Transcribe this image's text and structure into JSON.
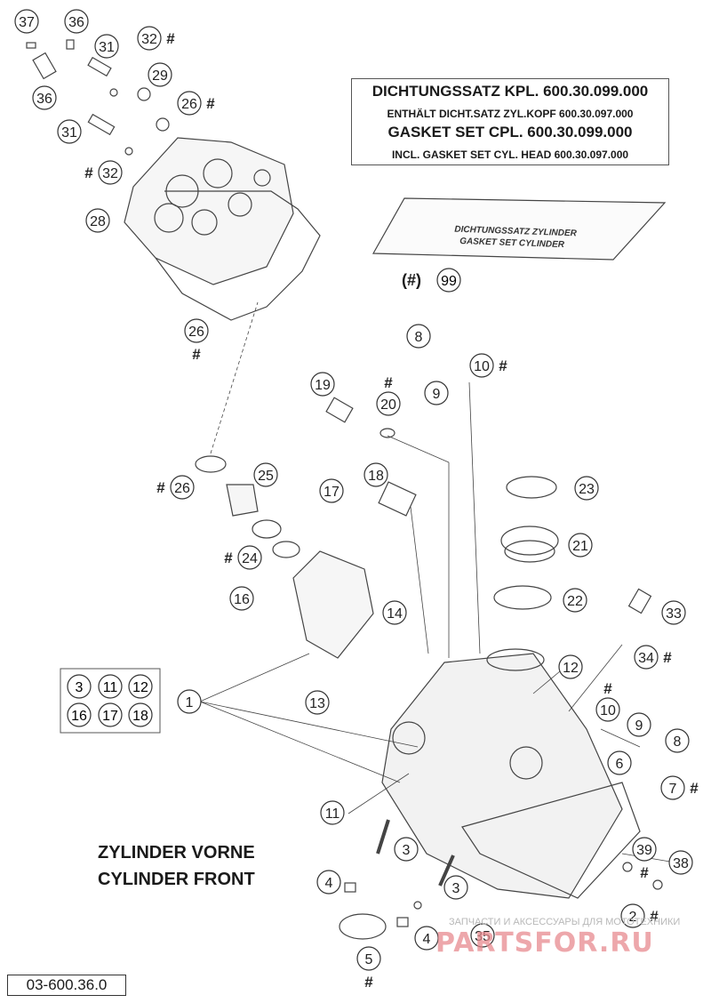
{
  "gasket_box": {
    "line1": "DICHTUNGSSATZ KPL.  600.30.099.000",
    "line2": "ENTHÄLT DICHT.SATZ ZYL.KOPF  600.30.097.000",
    "line3": "GASKET SET CPL.        600.30.099.000",
    "line4": "INCL. GASKET SET CYL. HEAD  600.30.097.000"
  },
  "envelope": {
    "line1": "DICHTUNGSSATZ ZYLINDER",
    "line2": "GASKET SET CYLINDER"
  },
  "kit_marker": "(#)",
  "kit_number": "99",
  "title_de": "ZYLINDER VORNE",
  "title_en": "CYLINDER FRONT",
  "diagram_code": "03-600.36.0",
  "watermark_small": "ЗАПЧАСТИ И АКСЕССУАРЫ ДЛЯ МОТОТЕХНИКИ",
  "watermark_big": "PARTSFOR.RU",
  "kit_callouts": [
    "3",
    "11",
    "12",
    "16",
    "17",
    "18"
  ],
  "callouts": [
    {
      "n": "37"
    },
    {
      "n": "36"
    },
    {
      "n": "31"
    },
    {
      "n": "32",
      "mark": "#"
    },
    {
      "n": "36"
    },
    {
      "n": "29"
    },
    {
      "n": "26",
      "mark": "#"
    },
    {
      "n": "31"
    },
    {
      "n": "32",
      "mark": "#"
    },
    {
      "n": "28"
    },
    {
      "n": "26",
      "mark": "#"
    },
    {
      "n": "8"
    },
    {
      "n": "19"
    },
    {
      "n": "9"
    },
    {
      "n": "10",
      "mark": "#"
    },
    {
      "n": "20",
      "mark": "#"
    },
    {
      "n": "26",
      "mark": "#"
    },
    {
      "n": "25"
    },
    {
      "n": "18"
    },
    {
      "n": "23"
    },
    {
      "n": "17"
    },
    {
      "n": "21"
    },
    {
      "n": "24",
      "mark": "#"
    },
    {
      "n": "16"
    },
    {
      "n": "22"
    },
    {
      "n": "14"
    },
    {
      "n": "33"
    },
    {
      "n": "34",
      "mark": "#"
    },
    {
      "n": "12"
    },
    {
      "n": "1"
    },
    {
      "n": "13"
    },
    {
      "n": "10",
      "mark": "#"
    },
    {
      "n": "9"
    },
    {
      "n": "8"
    },
    {
      "n": "6"
    },
    {
      "n": "7",
      "mark": "#"
    },
    {
      "n": "11"
    },
    {
      "n": "3"
    },
    {
      "n": "39",
      "mark": "#"
    },
    {
      "n": "38"
    },
    {
      "n": "4"
    },
    {
      "n": "3"
    },
    {
      "n": "2",
      "mark": "#"
    },
    {
      "n": "35"
    },
    {
      "n": "4"
    },
    {
      "n": "5",
      "mark": "#"
    }
  ]
}
